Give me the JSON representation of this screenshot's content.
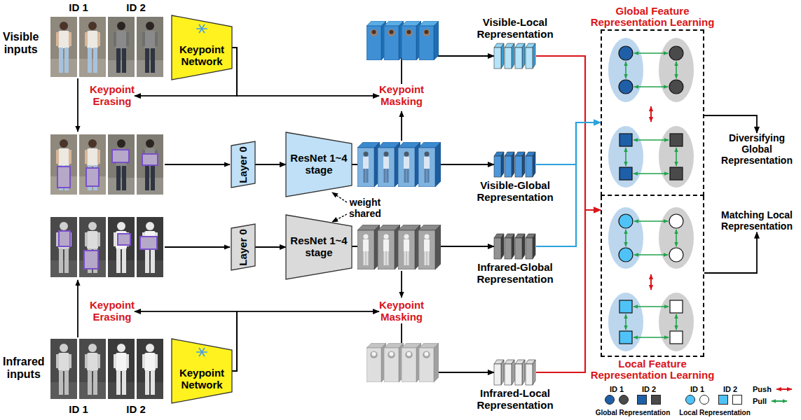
{
  "diagram": {
    "nodes": [
      {
        "text": [
          "Keypoint Network"
        ]
      },
      {
        "text": [
          "Keypoint Erasing"
        ]
      },
      {
        "text": [
          "Keypoint Masking"
        ]
      },
      {
        "text": [
          "Visible-Local Representation"
        ]
      },
      {
        "text": [
          "Global Feature Representation Learning"
        ]
      },
      {
        "text": [
          "Diversifying Global Representation"
        ]
      },
      {
        "text": [
          "Layer 0"
        ]
      },
      {
        "text": [
          "ResNet 1~4 stage"
        ]
      },
      {
        "text": [
          "Visible-Global Representation"
        ]
      },
      {
        "text": [
          "Local Feature Representation Learning"
        ]
      },
      {
        "text": [
          "Matching Local Representation"
        ]
      },
      {
        "text": [
          "Layer 0"
        ]
      },
      {
        "text": [
          "ResNet 1~4 stage"
        ]
      },
      {
        "text": [
          "Infrared-Global Representation"
        ]
      },
      {
        "text": [
          "Keypoint Erasing"
        ]
      },
      {
        "text": [
          "Keypoint Masking"
        ]
      },
      {
        "text": [
          "Infrared-Local Representation"
        ]
      },
      {
        "text": [
          "Keypoint Network"
        ]
      }
    ],
    "edges": [
      {
        "from": 0,
        "to": 1,
        "arrow": "to"
      },
      {
        "from": 0,
        "to": 2,
        "arrow": "to"
      },
      {
        "from": 2,
        "to": 3,
        "arrow": "to"
      },
      {
        "from": 3,
        "to": 9,
        "arrow": "to"
      },
      {
        "from": 16,
        "to": 9,
        "arrow": "to"
      },
      {
        "from": 8,
        "to": 4,
        "arrow": "to"
      },
      {
        "from": 13,
        "to": 4,
        "arrow": "to"
      },
      {
        "from": 4,
        "to": 5,
        "arrow": "to"
      },
      {
        "from": 9,
        "to": 10,
        "arrow": "to"
      },
      {
        "from": 6,
        "to": 7,
        "arrow": "to"
      },
      {
        "from": 7,
        "to": 8,
        "arrow": "to"
      },
      {
        "from": 11,
        "to": 12,
        "arrow": "to"
      },
      {
        "from": 12,
        "to": 13,
        "arrow": "to"
      },
      {
        "from": 17,
        "to": 14,
        "arrow": "to"
      },
      {
        "from": 17,
        "to": 15,
        "arrow": "to"
      },
      {
        "from": 15,
        "to": 16,
        "arrow": "to"
      }
    ],
    "labels": [
      "ID 1",
      "ID 2",
      "Visible inputs",
      "weight shared",
      "Infrared inputs",
      "ID 1",
      "ID 2",
      "Global Representation",
      "Local Representation"
    ],
    "legend": [
      {
        "text": "ID 1"
      },
      {
        "text": "ID 2"
      },
      {
        "text": "ID 1"
      },
      {
        "text": "ID 2"
      },
      {
        "text": "Push"
      },
      {
        "text": "Pull"
      }
    ]
  }
}
